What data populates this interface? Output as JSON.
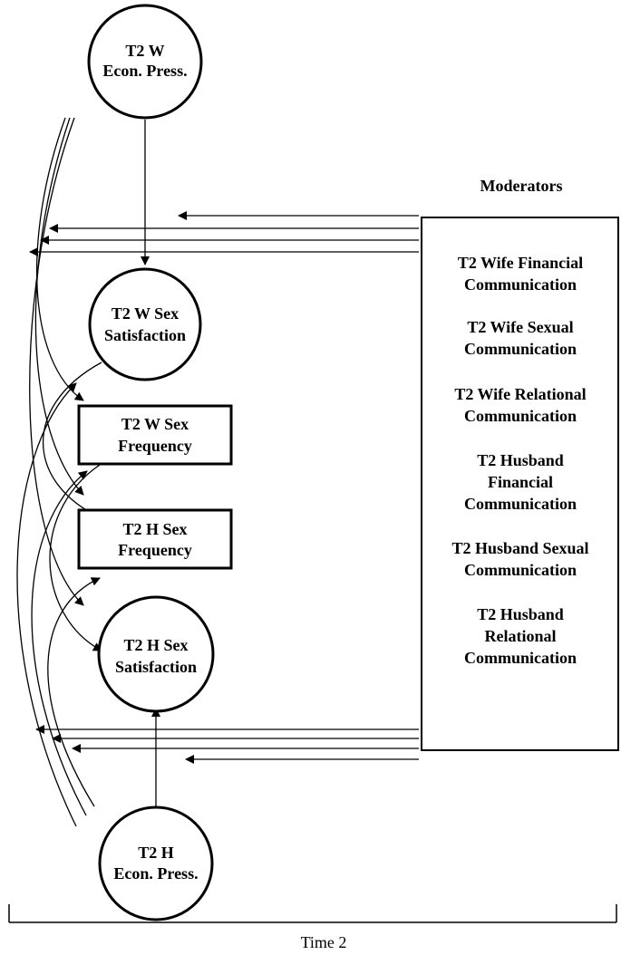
{
  "nodes": {
    "w_econ_press": {
      "line1": "T2 W",
      "line2": "Econ. Press."
    },
    "w_sex_satisfaction": {
      "line1": "T2 W Sex",
      "line2": "Satisfaction"
    },
    "w_sex_frequency": {
      "line1": "T2 W Sex",
      "line2": "Frequency"
    },
    "h_sex_frequency": {
      "line1": "T2 H Sex",
      "line2": "Frequency"
    },
    "h_sex_satisfaction": {
      "line1": "T2 H Sex",
      "line2": "Satisfaction"
    },
    "h_econ_press": {
      "line1": "T2 H",
      "line2": "Econ. Press."
    }
  },
  "moderators": {
    "heading": "Moderators",
    "items": [
      {
        "line1": "T2 Wife Financial",
        "line2": "Communication"
      },
      {
        "line1": "T2 Wife Sexual",
        "line2": "Communication"
      },
      {
        "line1": "T2 Wife Relational",
        "line2": "Communication"
      },
      {
        "line1": "T2 Husband",
        "line2": "Financial",
        "line3": "Communication"
      },
      {
        "line1": "T2 Husband Sexual",
        "line2": "Communication"
      },
      {
        "line1": "T2 Husband",
        "line2": "Relational",
        "line3": "Communication"
      }
    ]
  },
  "time_label": "Time 2"
}
